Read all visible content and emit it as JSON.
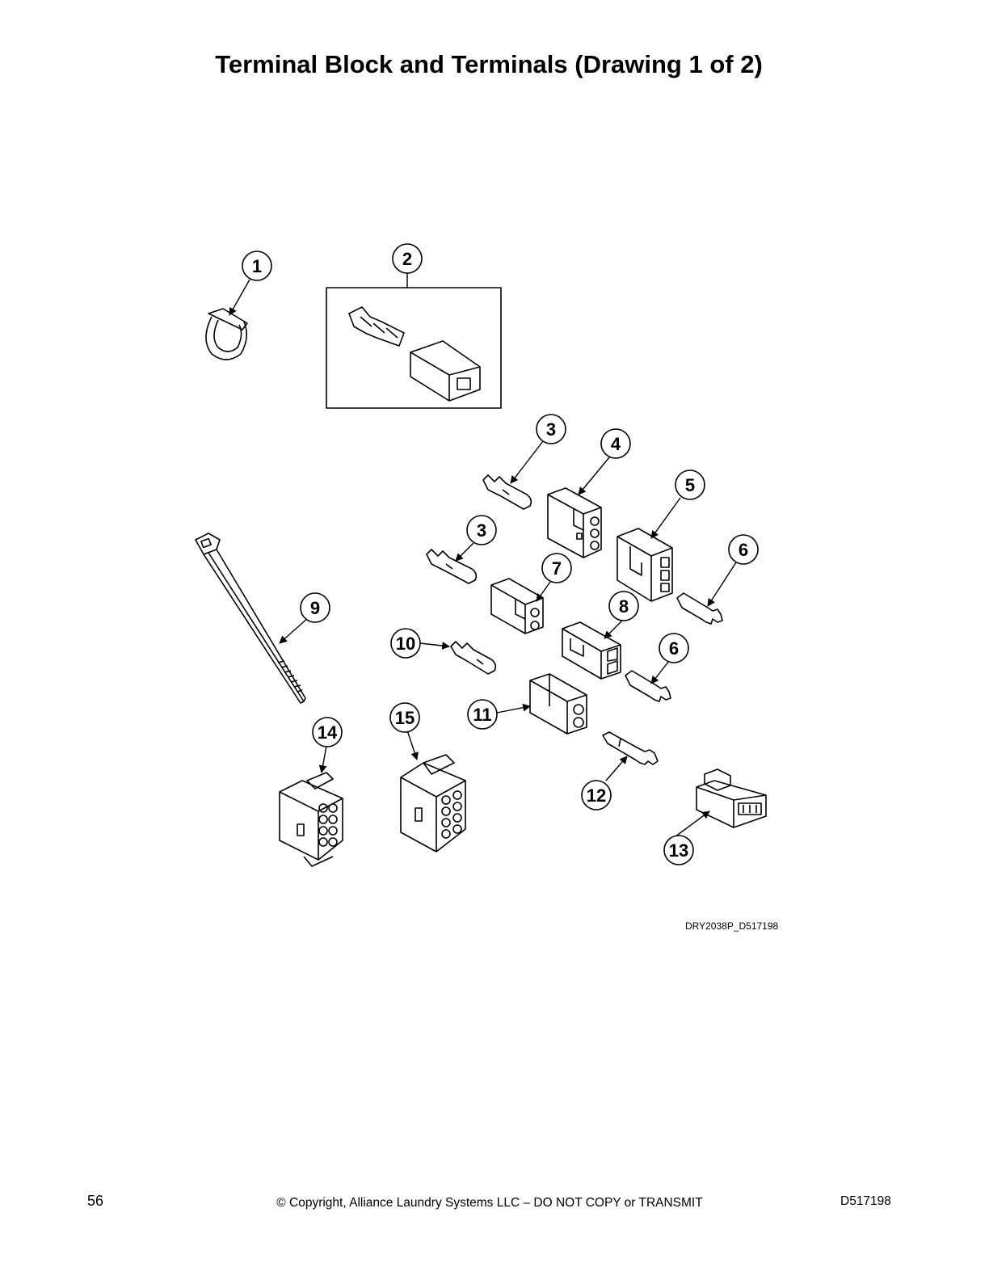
{
  "page": {
    "title": "Terminal Block and Terminals (Drawing 1 of 2)",
    "drawing_code": "DRY2038P_D517198",
    "page_number": "56",
    "copyright": "© Copyright, Alliance Laundry Systems LLC – DO NOT COPY or TRANSMIT",
    "document_id": "D517198"
  },
  "callouts": [
    "1",
    "2",
    "3",
    "3",
    "4",
    "5",
    "6",
    "6",
    "7",
    "8",
    "9",
    "10",
    "11",
    "12",
    "13",
    "14",
    "15"
  ]
}
